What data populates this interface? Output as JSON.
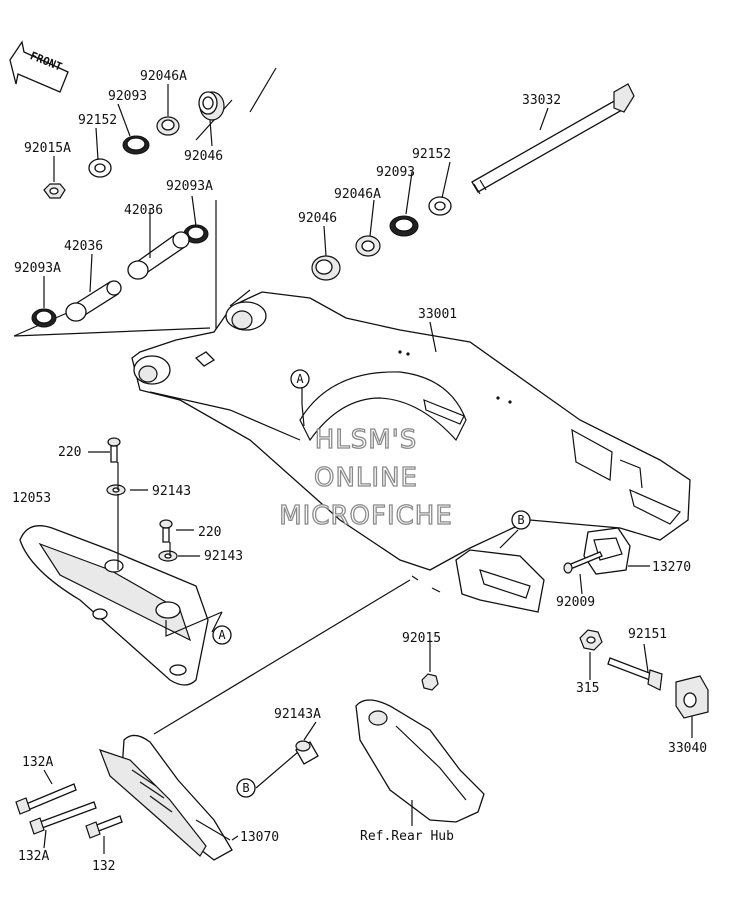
{
  "diagram": {
    "orientation_label": "FRONT",
    "watermark": [
      "HLSM'S",
      "ONLINE",
      "MICROFICHE"
    ],
    "callouts": {
      "a": "A",
      "b": "B"
    },
    "parts": {
      "p92046A_top": "92046A",
      "p92093_top": "92093",
      "p92152_top": "92152",
      "p92015A": "92015A",
      "p92046_top": "92046",
      "p92093A_top": "92093A",
      "p42036_top": "42036",
      "p42036_left": "42036",
      "p92093A_left": "92093A",
      "p33032": "33032",
      "p92152_right": "92152",
      "p92093_right": "92093",
      "p92046A_right": "92046A",
      "p92046_right": "92046",
      "p33001": "33001",
      "p220_a": "220",
      "p92143_a": "92143",
      "p12053": "12053",
      "p220_b": "220",
      "p92143_b": "92143",
      "p13270": "13270",
      "p92009": "92009",
      "p92015": "92015",
      "p92151": "92151",
      "p315": "315",
      "p92143A": "92143A",
      "p33040": "33040",
      "p132A_a": "132A",
      "p132A_b": "132A",
      "p132": "132",
      "p13070": "13070",
      "ref_rear_hub": "Ref.Rear Hub"
    }
  }
}
